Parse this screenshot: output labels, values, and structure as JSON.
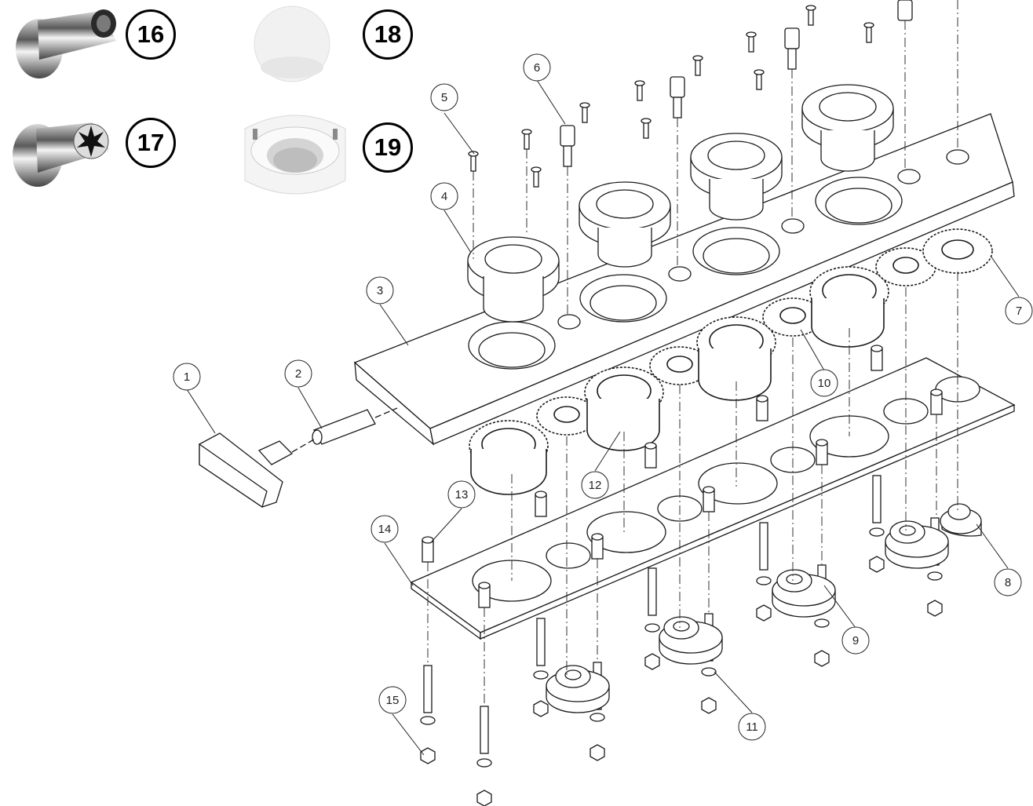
{
  "photo_parts": [
    {
      "number": "16",
      "icon": "metal-nozzle-round-photo"
    },
    {
      "number": "17",
      "icon": "metal-nozzle-star-photo"
    },
    {
      "number": "18",
      "icon": "white-disc-photo"
    },
    {
      "number": "19",
      "icon": "white-bushing-photo"
    }
  ],
  "callouts": [
    "1",
    "2",
    "3",
    "4",
    "5",
    "6",
    "7",
    "8",
    "9",
    "10",
    "11",
    "12",
    "13",
    "14",
    "15"
  ],
  "colors": {
    "line": "#1a1a1a",
    "plate": "#ffffff",
    "photo_metal": "#9a9a9a",
    "photo_white": "#f2f2f2"
  }
}
